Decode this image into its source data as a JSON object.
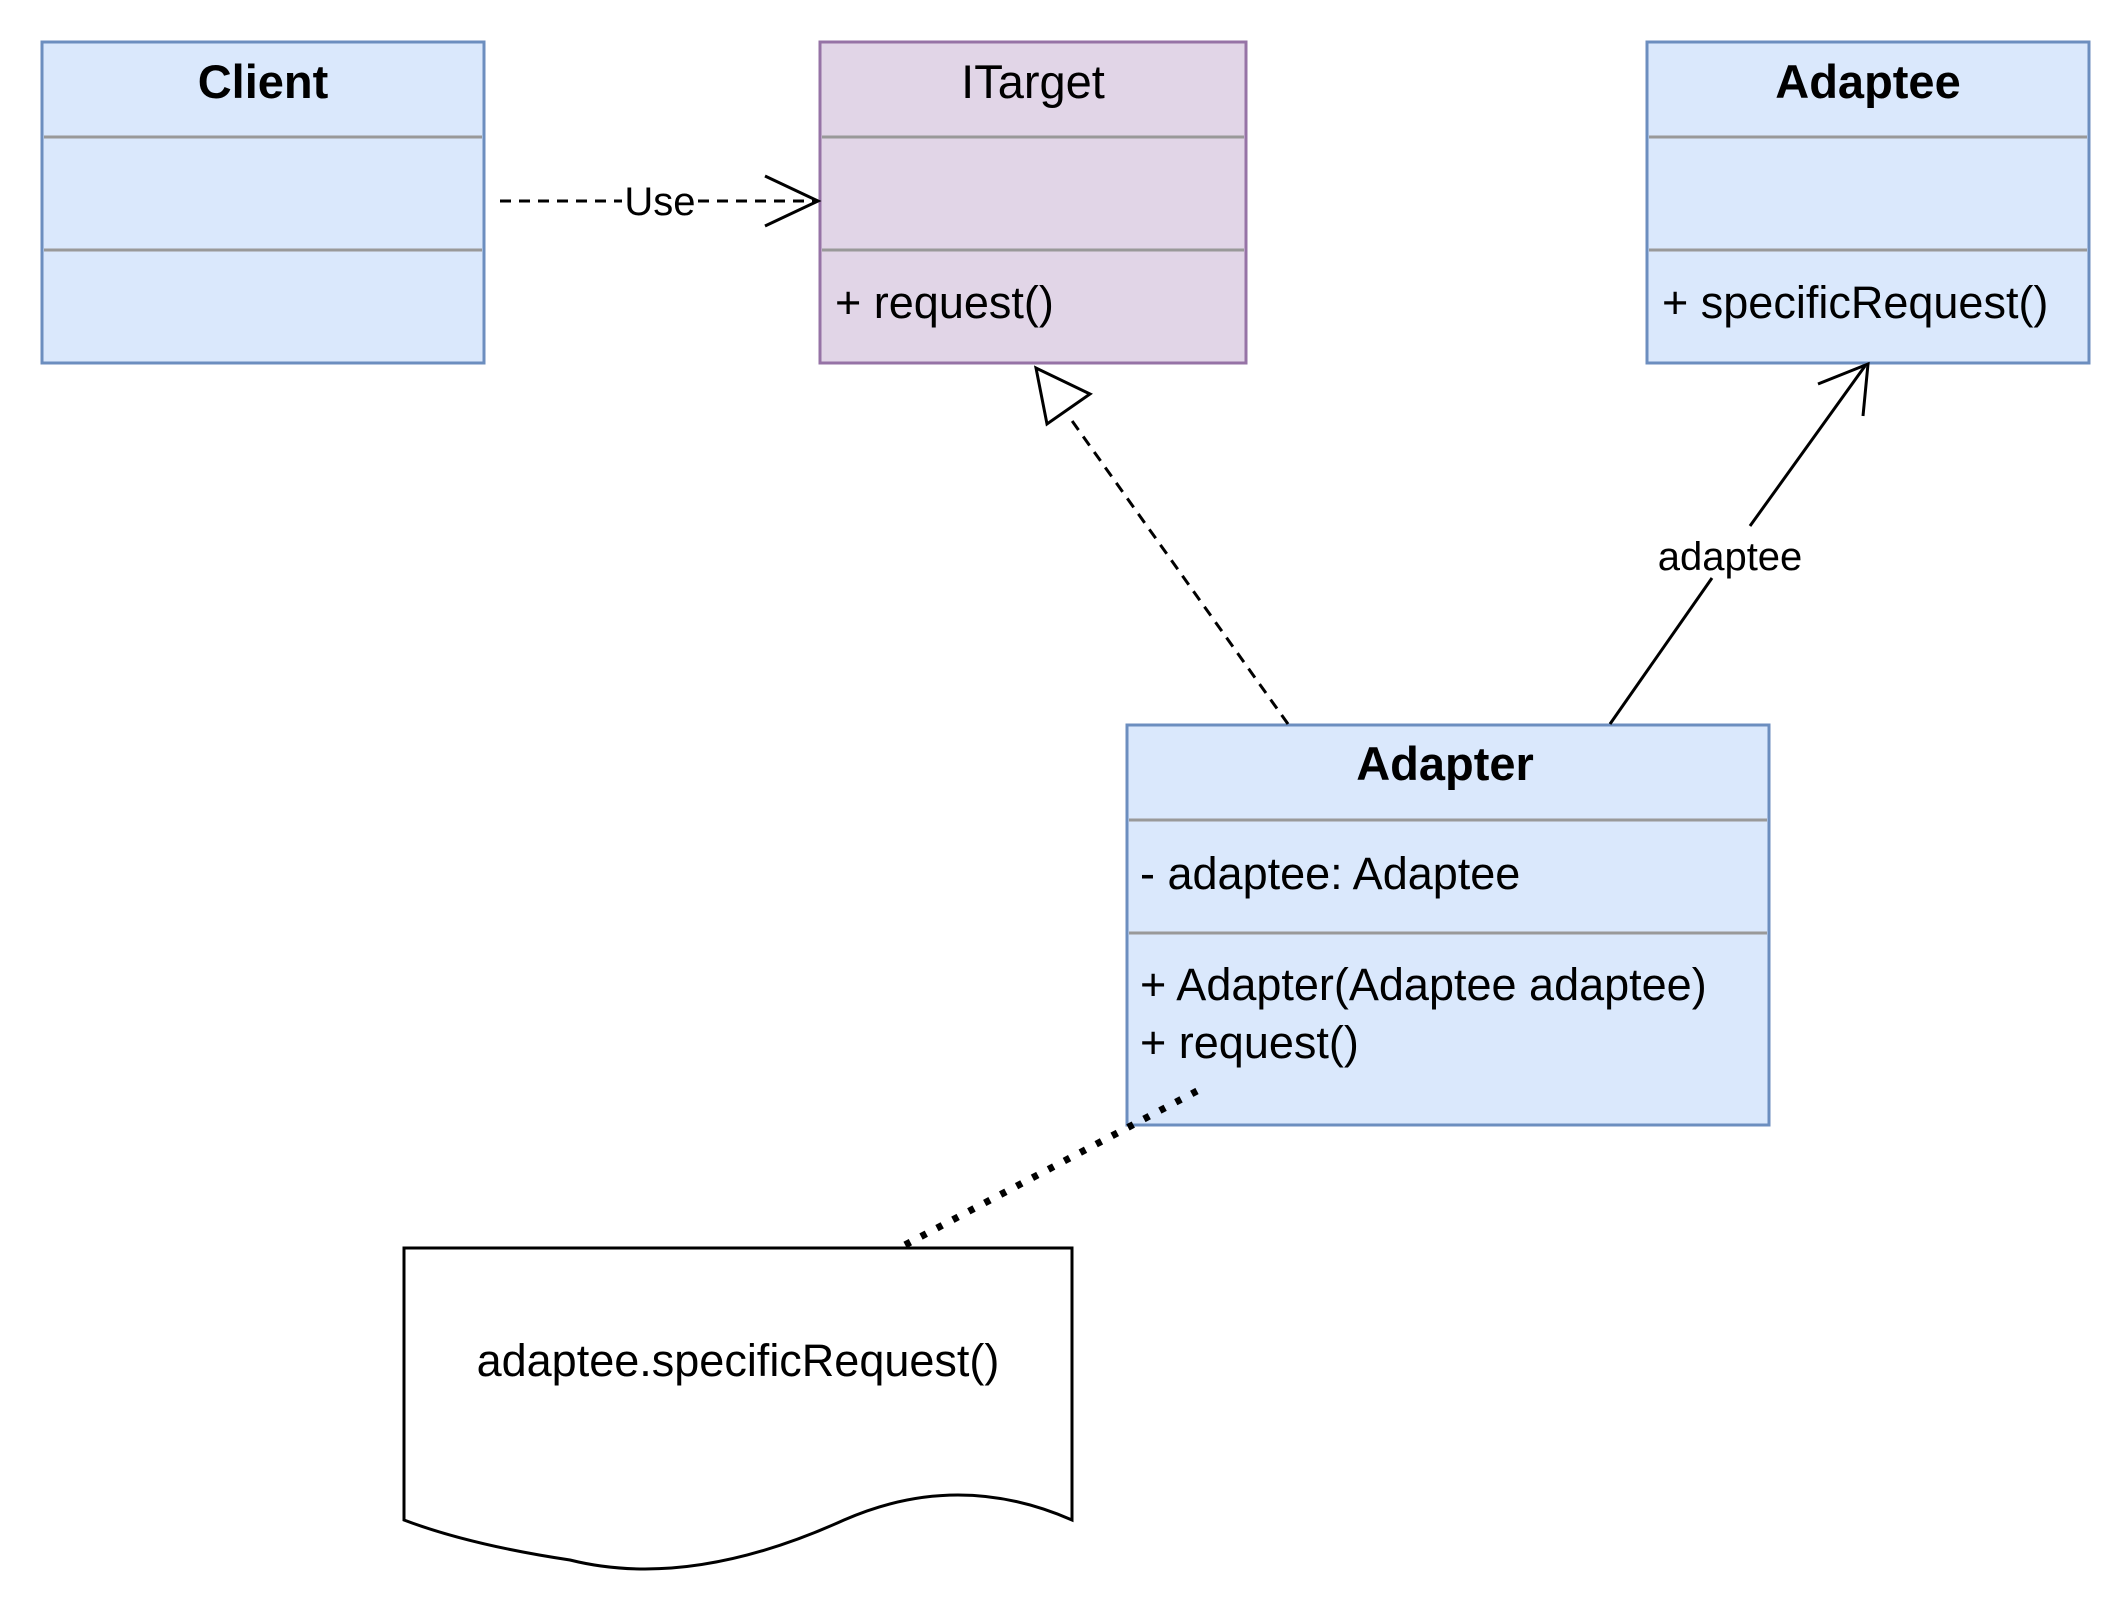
{
  "diagram": {
    "classes": {
      "client": {
        "name": "Client",
        "attributes": [],
        "operations": []
      },
      "itarget": {
        "name": "ITarget",
        "attributes": [],
        "operations": [
          "+ request()"
        ]
      },
      "adaptee": {
        "name": "Adaptee",
        "attributes": [],
        "operations": [
          "+ specificRequest()"
        ]
      },
      "adapter": {
        "name": "Adapter",
        "attributes": [
          "- adaptee: Adaptee"
        ],
        "operations": [
          "+ Adapter(Adaptee adaptee)",
          "+ request()"
        ]
      }
    },
    "relations": {
      "use_label": "Use",
      "association_label": "adaptee"
    },
    "note": {
      "text": "adaptee.specificRequest()"
    },
    "colors": {
      "class_fill": "#dae8fc",
      "class_stroke": "#6c8ebf",
      "interface_fill": "#e1d5e7",
      "interface_stroke": "#9673a6",
      "divider": "#999999",
      "line": "#000000"
    }
  }
}
